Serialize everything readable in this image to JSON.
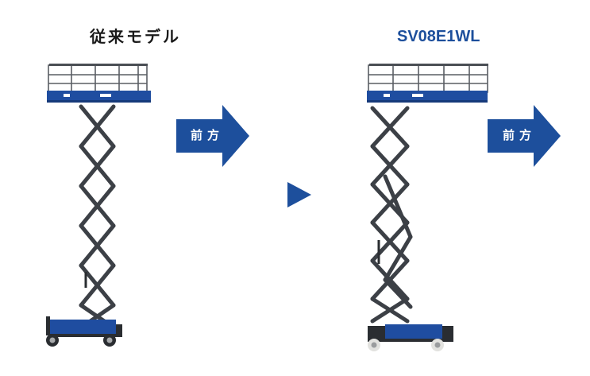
{
  "labels": {
    "old_model": "従来モデル",
    "new_model": "SV08E1WL"
  },
  "arrows": {
    "front_label": "前方"
  },
  "colors": {
    "brand_blue": "#1d4f9c",
    "old_label": "#1a1a1a",
    "scissor_arm": "#3c4046",
    "platform_blue": "#1f4da0"
  },
  "images": {
    "old_lift": "scissor-lift-old-model",
    "new_lift": "scissor-lift-sv08e1wl"
  }
}
